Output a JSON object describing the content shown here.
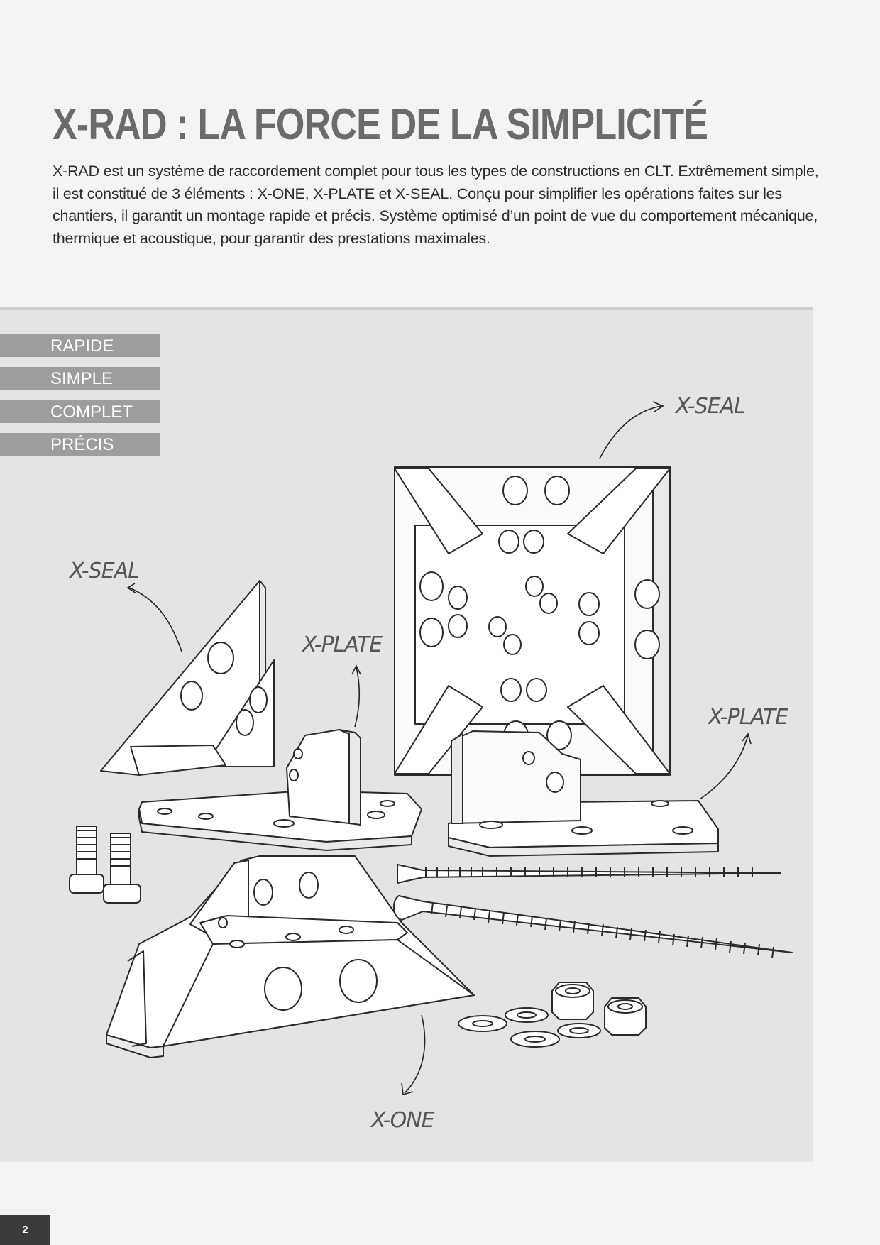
{
  "header": {
    "title": "X-RAD : LA FORCE DE LA SIMPLICITÉ",
    "intro": "X-RAD est un système de raccordement complet pour tous les types de constructions en CLT. Extrêmement simple, il est constitué de 3 éléments : X-ONE, X-PLATE et X-SEAL. Conçu pour simplifier les opérations faites sur les chantiers, il garantit un montage rapide et précis. Système optimisé d’un point de vue du comportement mécanique, thermique et acoustique, pour garantir des prestations maximales."
  },
  "tags": [
    "RAPIDE",
    "SIMPLE",
    "COMPLET",
    "PRÉCIS"
  ],
  "labels": {
    "seal_top": "X-SEAL",
    "seal_left": "X-SEAL",
    "plate_center": "X-PLATE",
    "plate_right": "X-PLATE",
    "one": "X-ONE"
  },
  "footer": {
    "page_number": "2"
  },
  "colors": {
    "title": "#6b6b6b",
    "panel": "#e4e4e4",
    "tag": "#9d9d9d"
  }
}
